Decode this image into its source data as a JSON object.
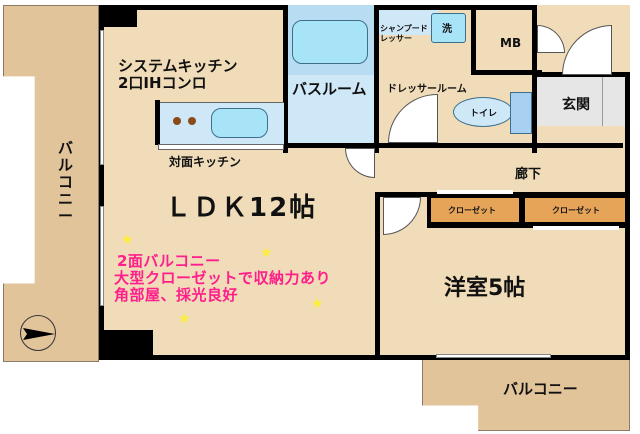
{
  "rooms": {
    "ldk": {
      "label": "ＬＤＫ12帖"
    },
    "kitchen": {
      "label_line1": "システムキッチン",
      "label_line2": "2口IHコンロ",
      "counter_label": "対面キッチン"
    },
    "bathroom": {
      "label": "バスルーム"
    },
    "dresser_room": {
      "label": "ドレッサールーム",
      "shampoo_dresser": "シャンプードレッサー",
      "washer": "洗"
    },
    "toilet": {
      "label": "トイレ"
    },
    "mb": {
      "label": "MB"
    },
    "entrance": {
      "label": "玄関"
    },
    "hallway": {
      "label": "廊下"
    },
    "western_room": {
      "label": "洋室5帖"
    },
    "closets": [
      {
        "label": "クローゼット"
      },
      {
        "label": "クローゼット"
      }
    ],
    "balcony_west": {
      "label": "バルコニー"
    },
    "balcony_south": {
      "label": "バルコニー"
    }
  },
  "features": {
    "line1": "2面バルコニー",
    "line2": "大型クローゼットで収納力あり",
    "line3": "角部屋、採光良好"
  },
  "colors": {
    "floor": "#f0dcb8",
    "balcony": "#e2c49b",
    "bath": "#cfe8f8",
    "closet": "#e6a458",
    "highlight_text": "#ff1e8c",
    "star": "#ffef3a"
  },
  "compass": {
    "icon": "north-arrow-icon",
    "direction": "east"
  }
}
